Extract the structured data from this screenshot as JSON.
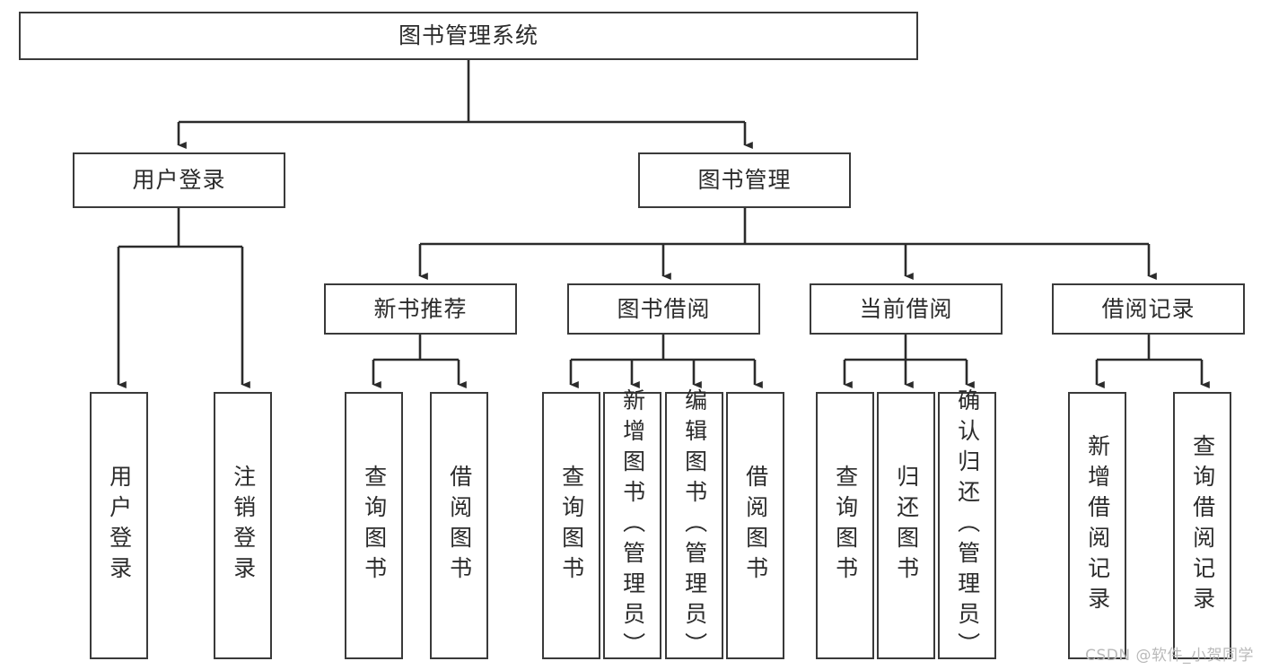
{
  "diagram": {
    "type": "tree",
    "title_node": {
      "id": "root",
      "label": "图书管理系统"
    },
    "level2": [
      {
        "id": "user-login",
        "label": "用户登录"
      },
      {
        "id": "book-manage",
        "label": "图书管理"
      }
    ],
    "level3": [
      {
        "id": "new-book-rec",
        "label": "新书推荐"
      },
      {
        "id": "book-borrow",
        "label": "图书借阅"
      },
      {
        "id": "current-borrow",
        "label": "当前借阅"
      },
      {
        "id": "borrow-record",
        "label": "借阅记录"
      }
    ],
    "leaves": [
      {
        "id": "leaf-user-login",
        "label": "用户登录",
        "parent": "user-login"
      },
      {
        "id": "leaf-user-logout",
        "label": "注销登录",
        "parent": "user-login"
      },
      {
        "id": "leaf-query-book-1",
        "label": "查询图书",
        "parent": "new-book-rec"
      },
      {
        "id": "leaf-borrow-book-1",
        "label": "借阅图书",
        "parent": "new-book-rec"
      },
      {
        "id": "leaf-query-book-2",
        "label": "查询图书",
        "parent": "book-borrow"
      },
      {
        "id": "leaf-add-book",
        "label": "新增图书（管理员）",
        "parent": "book-borrow"
      },
      {
        "id": "leaf-edit-book",
        "label": "编辑图书（管理员）",
        "parent": "book-borrow"
      },
      {
        "id": "leaf-borrow-book-2",
        "label": "借阅图书",
        "parent": "book-borrow"
      },
      {
        "id": "leaf-query-book-3",
        "label": "查询图书",
        "parent": "current-borrow"
      },
      {
        "id": "leaf-return-book",
        "label": "归还图书",
        "parent": "current-borrow"
      },
      {
        "id": "leaf-confirm-return",
        "label": "确认归还（管理员）",
        "parent": "current-borrow"
      },
      {
        "id": "leaf-add-record",
        "label": "新增借阅记录",
        "parent": "borrow-record"
      },
      {
        "id": "leaf-query-record",
        "label": "查询借阅记录",
        "parent": "borrow-record"
      }
    ],
    "colors": {
      "stroke": "#3a3a3a",
      "text": "#2b2b2b",
      "background": "#ffffff",
      "watermark": "#b9b9b9"
    }
  },
  "watermark": {
    "text": "CSDN @软件_小贺同学"
  }
}
